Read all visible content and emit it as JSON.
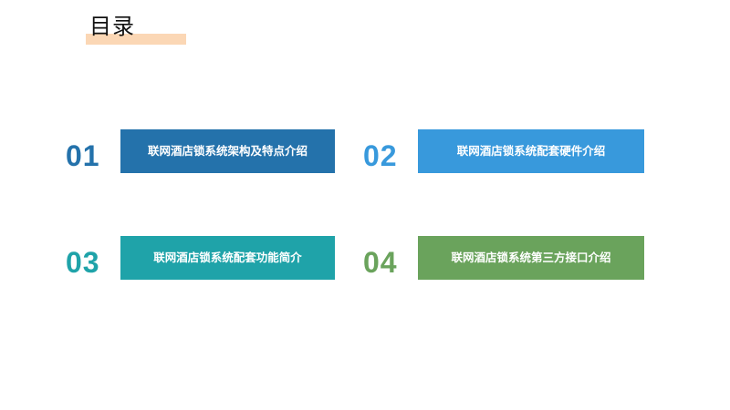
{
  "title": "目录",
  "accent_color": "#fbd7b5",
  "items": [
    {
      "number": "01",
      "label": "联网酒店锁系统架构及特点介绍",
      "color": "#2472ab"
    },
    {
      "number": "02",
      "label": "联网酒店锁系统配套硬件介绍",
      "color": "#3899dc"
    },
    {
      "number": "03",
      "label": "联网酒店锁系统配套功能简介",
      "color": "#1fa3a9"
    },
    {
      "number": "04",
      "label": "联网酒店锁系统第三方接口介绍",
      "color": "#6aa35c"
    }
  ]
}
